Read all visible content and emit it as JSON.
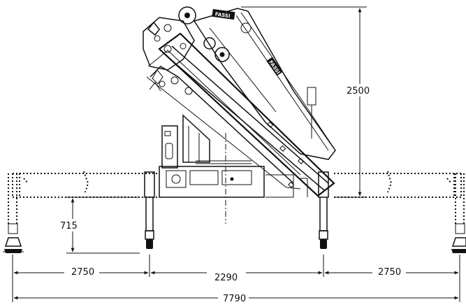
{
  "dimensions": {
    "height_total": "2500",
    "leg_height": "715",
    "outer_left": "2750",
    "inner_span": "2290",
    "outer_right": "2750",
    "overall_width": "7790"
  },
  "badges": {
    "top": "FASSI",
    "boom": "FASSI"
  }
}
